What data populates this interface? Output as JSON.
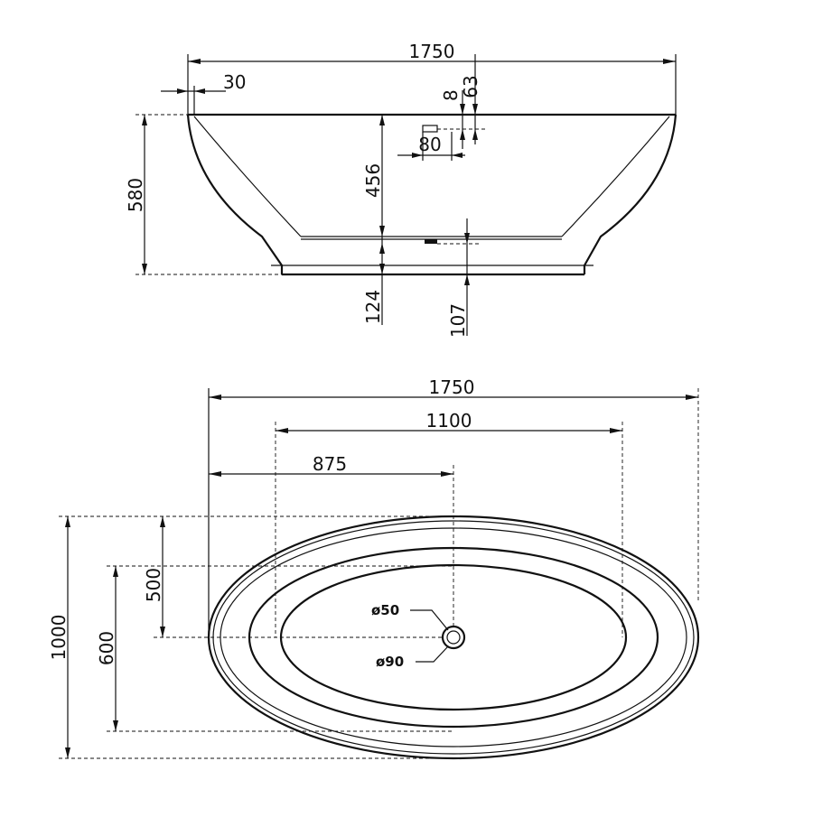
{
  "side_view": {
    "overall_length": "1750",
    "rim_offset": "30",
    "drain_height": "8",
    "overflow_offset": "63",
    "overflow_width": "80",
    "inner_depth": "456",
    "total_height": "580",
    "base_height": "124",
    "drain_base_height": "107"
  },
  "top_view": {
    "overall_length": "1750",
    "inner_length": "1100",
    "half_length": "875",
    "half_width": "500",
    "inner_width": "600",
    "overall_width": "1000",
    "drain_inner_diameter": "ø50",
    "drain_outer_diameter": "ø90"
  }
}
